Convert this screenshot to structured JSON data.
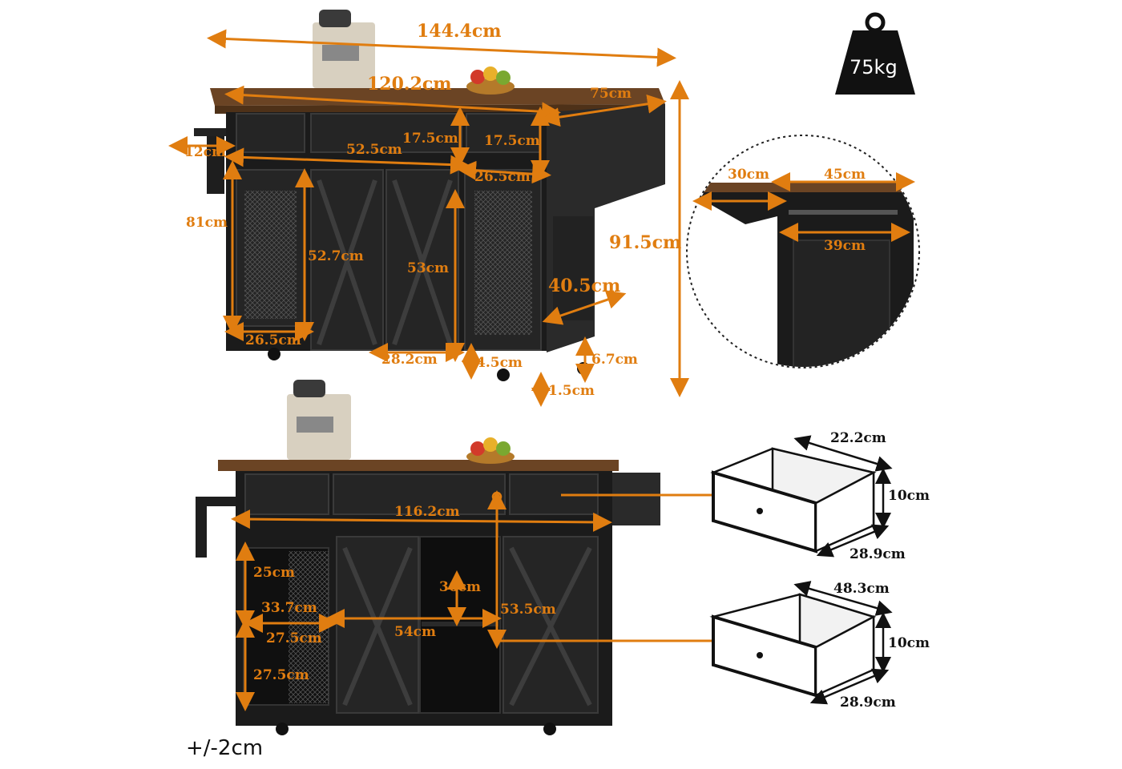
{
  "dimensions": {
    "top_overall_width": "144.4cm",
    "top_cabinet_width": "120.2cm",
    "depth": "75cm",
    "towel_bar": "12cm",
    "drawer_height_left": "17.5cm",
    "drawer_height_right": "17.5cm",
    "drawer_width_middle": "52.5cm",
    "drawer_width_right": "26.5cm",
    "cabinet_height": "81cm",
    "left_door_height": "52.7cm",
    "barn_door_height": "53cm",
    "overall_height": "91.5cm",
    "side_depth": "40.5cm",
    "left_door_width": "26.5cm",
    "barn_door_width": "28.2cm",
    "bottom_gap": "4.5cm",
    "caster_height": "6.7cm",
    "caster_clearance": "1.5cm",
    "leaf_depth": "30cm",
    "leaf_width": "45cm",
    "leaf_inner": "39cm",
    "inner_width": "116.2cm",
    "shelf_top": "25cm",
    "shelf_left_height": "33.7cm",
    "shelf_left_lower_width": "27.5cm",
    "shelf_left_lower_height": "27.5cm",
    "middle_shelf_height": "36cm",
    "middle_width": "54cm",
    "middle_height": "53.5cm",
    "small_drawer_width": "22.2cm",
    "small_drawer_height": "10cm",
    "small_drawer_depth": "28.9cm",
    "large_drawer_width": "48.3cm",
    "large_drawer_height": "10cm",
    "large_drawer_depth": "28.9cm"
  },
  "weight": "75kg",
  "tolerance": "+/-2cm",
  "colors": {
    "accent": "#e07d10",
    "cabinet": "#1b1b1b",
    "top": "#6b4424"
  }
}
